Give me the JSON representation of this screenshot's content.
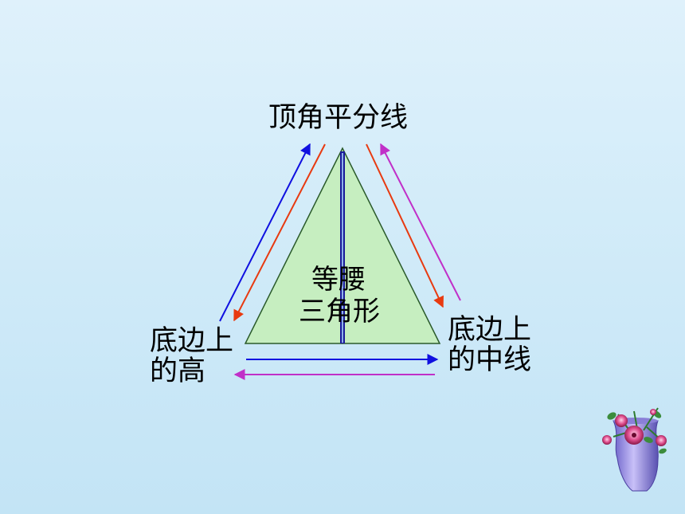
{
  "diagram": {
    "center": {
      "line1": "等腰",
      "line2": "三角形"
    },
    "top": "顶角平分线",
    "left": {
      "line1": "底边上",
      "line2": "的高"
    },
    "right": {
      "line1": "底边上",
      "line2": "的中线"
    }
  },
  "colors": {
    "triangle_fill": "#c6eec0",
    "triangle_stroke": "#2a5a2a",
    "center_line_outer": "#1a1a9a",
    "center_line_inner": "#8fb0e8",
    "arrow_blue": "#1010e0",
    "arrow_red": "#e83a10",
    "arrow_magenta": "#c030c8"
  },
  "decoration": {
    "icon": "flower-vase-icon"
  }
}
